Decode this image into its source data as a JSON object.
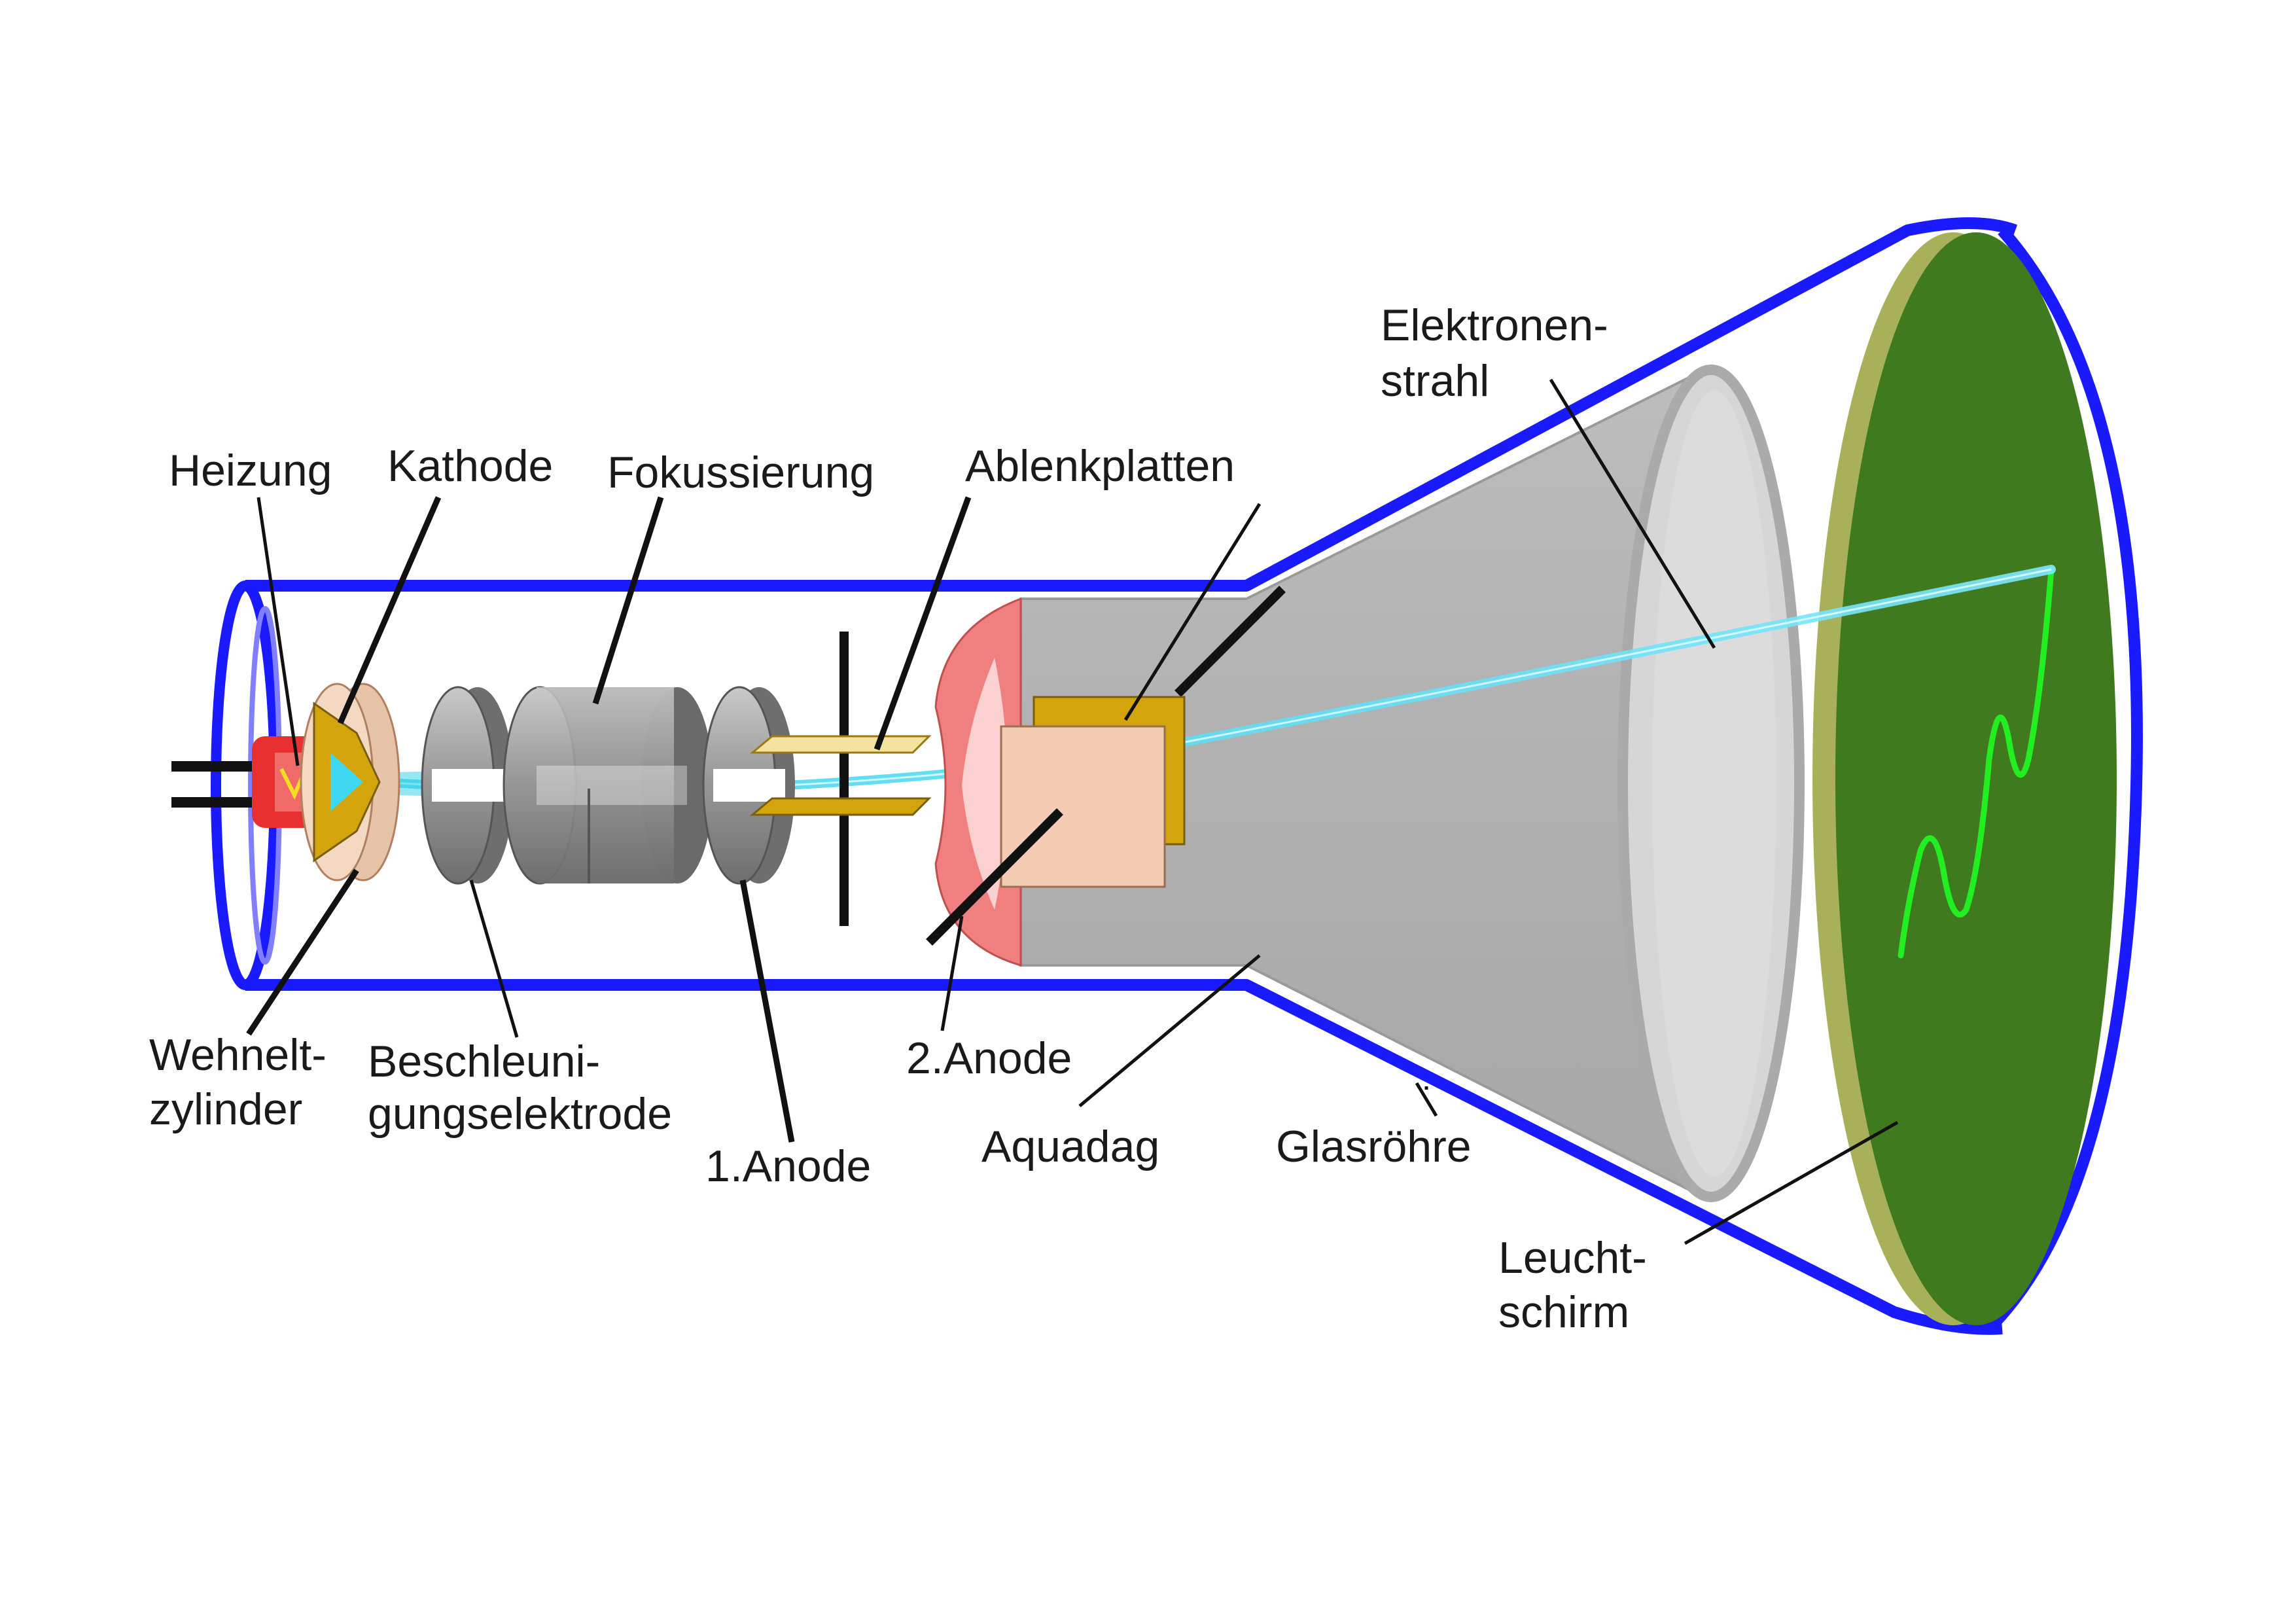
{
  "labels": {
    "heizung": "Heizung",
    "kathode": "Kathode",
    "fokussierung": "Fokussierung",
    "ablenkplatten": "Ablenkplatten",
    "elektronenstrahl_1": "Elektronen-",
    "elektronenstrahl_2": "strahl",
    "wehnelt_1": "Wehnelt-",
    "wehnelt_2": "zylinder",
    "beschleunigung_1": "Beschleuni-",
    "beschleunigung_2": "gungselektrode",
    "anode1": "1.Anode",
    "anode2": "2.Anode",
    "aquadag": "Aquadag",
    "glasroehre": "Glasröhre",
    "leuchtschirm_1": "Leucht-",
    "leuchtschirm_2": "schirm"
  },
  "colors": {
    "glass_outline": "#1a1aff",
    "screen": "#3f7a1e",
    "screen_rim": "#a8b15a",
    "beam": "#40d8f0",
    "trace": "#22ee22",
    "aquadag": "#b4b4b4",
    "electrode": "#8c8c8c",
    "plate": "#d4a40c",
    "anode2": "#f08080",
    "heater": "#e83030"
  }
}
